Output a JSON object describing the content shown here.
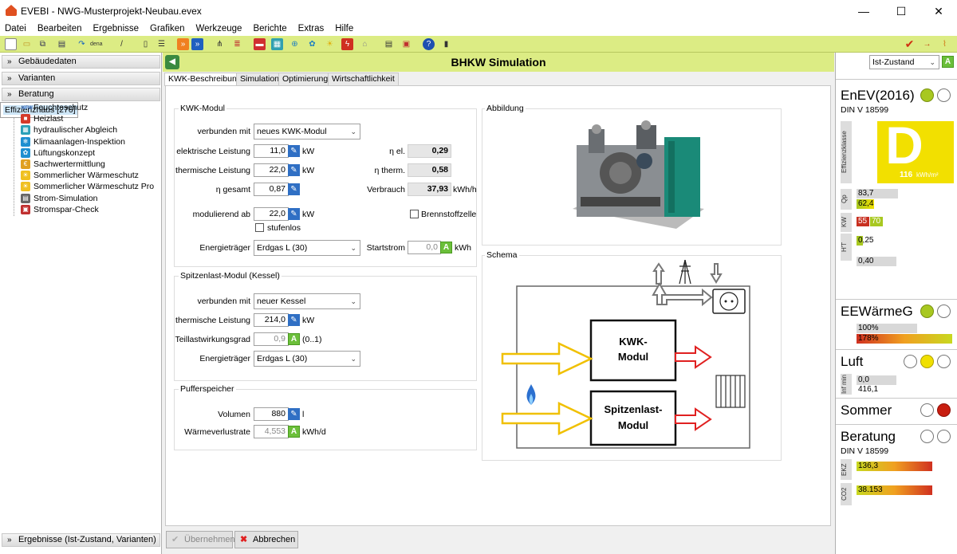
{
  "window": {
    "title": "EVEBI - NWG-Musterprojekt-Neubau.evex",
    "minimize": "—",
    "maximize": "☐",
    "close": "✕"
  },
  "menu": [
    "Datei",
    "Bearbeiten",
    "Ergebnisse",
    "Grafiken",
    "Werkzeuge",
    "Berichte",
    "Extras",
    "Hilfe"
  ],
  "left": {
    "sections": {
      "gebaeude": "Gebäudedaten",
      "varianten": "Varianten",
      "beratung": "Beratung",
      "ergebnisse": "Ergebnisse (Ist-Zustand, Varianten)"
    },
    "tree": [
      {
        "label": "Effizienzhaus [276]",
        "icon": "KFW",
        "color": "#ffffff"
      },
      {
        "label": "Feuchteschutz",
        "icon": "●",
        "color": "#7aa8e0"
      },
      {
        "label": "Heizlast",
        "icon": "■",
        "color": "#d43a2a"
      },
      {
        "label": "hydraulischer Abgleich",
        "icon": "▦",
        "color": "#2aa0b8"
      },
      {
        "label": "Klimaanlagen-Inspektion",
        "icon": "❄",
        "color": "#1e8fd0"
      },
      {
        "label": "Lüftungskonzept",
        "icon": "✿",
        "color": "#1e8fd0"
      },
      {
        "label": "Sachwertermittlung",
        "icon": "€",
        "color": "#e0a020"
      },
      {
        "label": "Sommerlicher Wärmeschutz",
        "icon": "☀",
        "color": "#f0c020"
      },
      {
        "label": "Sommerlicher Wärmeschutz Pro",
        "icon": "☀",
        "color": "#f0c020"
      },
      {
        "label": "Strom-Simulation",
        "icon": "▤",
        "color": "#666666"
      },
      {
        "label": "Stromspar-Check",
        "icon": "▣",
        "color": "#c03030"
      }
    ]
  },
  "main": {
    "title": "BHKW Simulation",
    "tabs": [
      "KWK-Beschreibung",
      "Simulation",
      "Optimierung",
      "Wirtschaftlichkeit"
    ],
    "kwk": {
      "group": "KWK-Modul",
      "verbunden_label": "verbunden mit",
      "verbunden_value": "neues KWK-Modul",
      "el_label": "elektrische Leistung",
      "el_value": "11,0",
      "el_unit": "kW",
      "th_label": "thermische Leistung",
      "th_value": "22,0",
      "th_unit": "kW",
      "ges_label": "η gesamt",
      "ges_value": "0,87",
      "mod_label": "modulierend ab",
      "mod_value": "22,0",
      "mod_unit": "kW",
      "stufenlos": "stufenlos",
      "et_label": "Energieträger",
      "et_value": "Erdgas L (30)",
      "nel_label": "η el.",
      "nel_value": "0,29",
      "nth_label": "η therm.",
      "nth_value": "0,58",
      "verb_label": "Verbrauch",
      "verb_value": "37,93",
      "verb_unit": "kWh/h",
      "brenn": "Brennstoffzelle",
      "start_label": "Startstrom",
      "start_value": "0,0",
      "start_unit": "kWh"
    },
    "spitze": {
      "group": "Spitzenlast-Modul (Kessel)",
      "verbunden_label": "verbunden mit",
      "verbunden_value": "neuer Kessel",
      "th_label": "thermische Leistung",
      "th_value": "214,0",
      "th_unit": "kW",
      "teil_label": "Teillastwirkungsgrad",
      "teil_value": "0,9",
      "teil_unit": "(0..1)",
      "et_label": "Energieträger",
      "et_value": "Erdgas L (30)"
    },
    "puffer": {
      "group": "Pufferspeicher",
      "vol_label": "Volumen",
      "vol_value": "880",
      "vol_unit": "l",
      "verl_label": "Wärmeverlustrate",
      "verl_value": "4,553",
      "verl_unit": "kWh/d"
    },
    "abbildung": "Abbildung",
    "schema": {
      "title": "Schema",
      "kwk_line1": "KWK-",
      "kwk_line2": "Modul",
      "spitz_line1": "Spitzenlast-",
      "spitz_line2": "Modul"
    },
    "buttons": {
      "ok": "Übernehmen",
      "cancel": "Abbrechen"
    }
  },
  "right": {
    "state": "Ist-Zustand",
    "enev": {
      "title": "EnEV(2016)",
      "norm": "DIN V 18599",
      "class_label": "Effizienzklasse",
      "class": "D",
      "value": "116",
      "unit": "kWh/m²"
    },
    "qp": {
      "label": "Qp",
      "v1": "83,7",
      "v2": "62,4"
    },
    "kw": {
      "label": "KW",
      "v1": "55",
      "v2": "70"
    },
    "ht": {
      "label": "H'T",
      "v1": "0,25",
      "v2": "0,40"
    },
    "eew": {
      "title": "EEWärmeG",
      "v1": "100%",
      "v2": "178%"
    },
    "luft": {
      "title": "Luft",
      "label": "Inf min",
      "v1": "0,0",
      "v2": "416,1"
    },
    "sommer": {
      "title": "Sommer"
    },
    "beratung": {
      "title": "Beratung",
      "norm": "DIN V 18599",
      "ekz_label": "EKZ",
      "ekz": "136,3",
      "co2_label": "CO2",
      "co2": "38.153"
    }
  }
}
